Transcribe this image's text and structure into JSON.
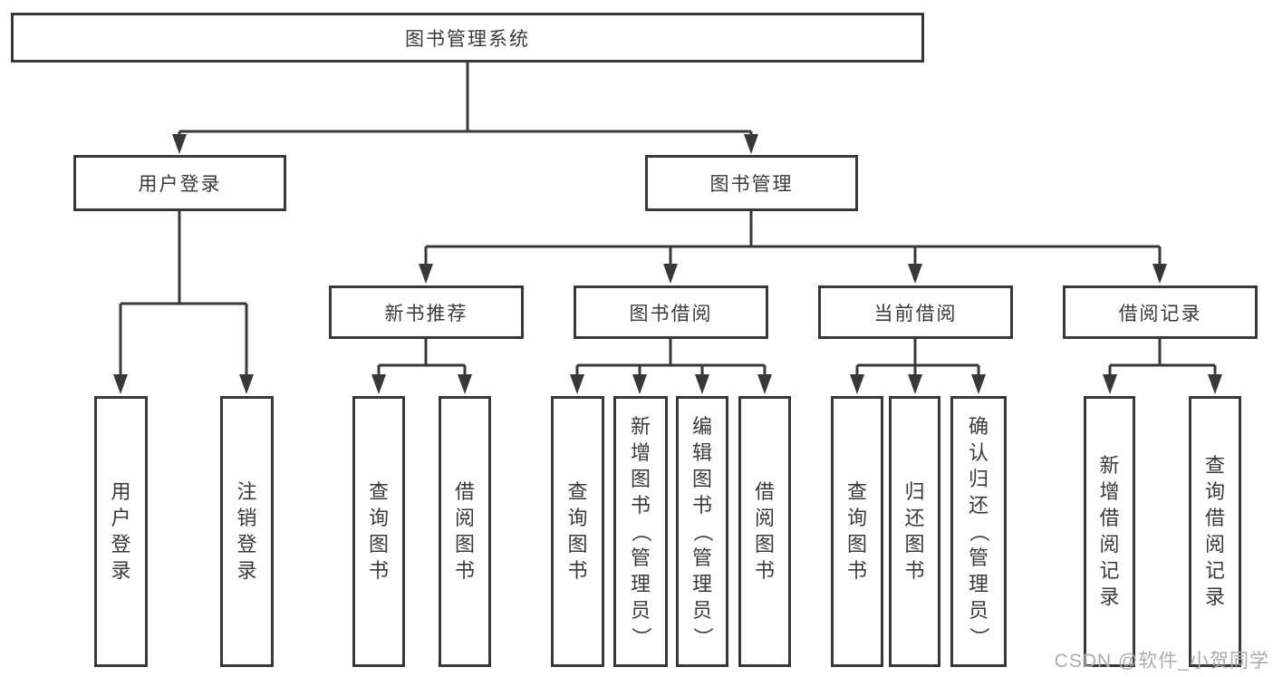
{
  "root": {
    "label": "图书管理系统"
  },
  "level2": [
    {
      "label": "用户登录",
      "children": [
        {
          "label": "用户登录"
        },
        {
          "label": "注销登录"
        }
      ]
    },
    {
      "label": "图书管理"
    }
  ],
  "level3": [
    {
      "label": "新书推荐",
      "children": [
        {
          "label": "查询图书"
        },
        {
          "label": "借阅图书"
        }
      ]
    },
    {
      "label": "图书借阅",
      "children": [
        {
          "label": "查询图书"
        },
        {
          "label": "新增图书（管理员）"
        },
        {
          "label": "编辑图书（管理员）"
        },
        {
          "label": "借阅图书"
        }
      ]
    },
    {
      "label": "当前借阅",
      "children": [
        {
          "label": "查询图书"
        },
        {
          "label": "归还图书"
        },
        {
          "label": "确认归还（管理员）"
        }
      ]
    },
    {
      "label": "借阅记录",
      "children": [
        {
          "label": "新增借阅记录"
        },
        {
          "label": "查询借阅记录"
        }
      ]
    }
  ],
  "watermark": {
    "text": "CSDN @软件_小贺同学"
  },
  "colors": {
    "line": "#383838",
    "text": "#3a3a3a",
    "background": "#ffffff",
    "watermark": "#ababab"
  }
}
